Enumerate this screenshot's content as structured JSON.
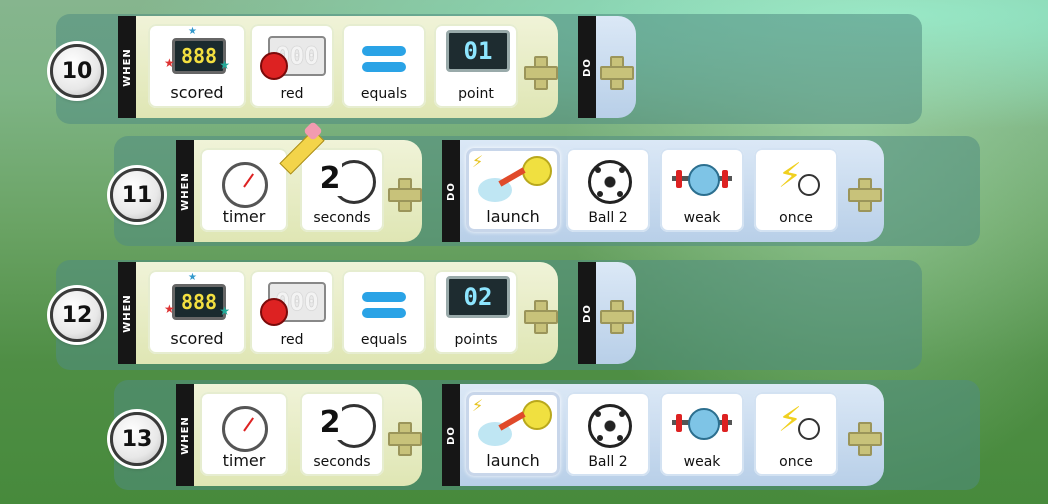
{
  "rows": [
    {
      "number": "10",
      "when_label": "WHEN",
      "when_tiles": [
        {
          "icon": "scoreboard-icon",
          "label": "scored",
          "digits": "888"
        },
        {
          "icon": "red-team-icon",
          "label": "red",
          "digits": "000"
        },
        {
          "icon": "equals-icon",
          "label": "equals"
        },
        {
          "icon": "point-counter-icon",
          "label": "point",
          "digits": "01"
        }
      ],
      "do_label": "DO",
      "do_tiles": []
    },
    {
      "number": "11",
      "when_label": "WHEN",
      "when_tiles": [
        {
          "icon": "timer-icon",
          "label": "timer"
        },
        {
          "icon": "two-seconds-icon",
          "label": "seconds",
          "digits": "2"
        }
      ],
      "do_label": "DO",
      "do_tiles": [
        {
          "icon": "launch-icon",
          "label": "launch"
        },
        {
          "icon": "soccer-ball-icon",
          "label": "Ball 2"
        },
        {
          "icon": "weak-icon",
          "label": "weak"
        },
        {
          "icon": "once-icon",
          "label": "once"
        }
      ]
    },
    {
      "number": "12",
      "when_label": "WHEN",
      "when_tiles": [
        {
          "icon": "scoreboard-icon",
          "label": "scored",
          "digits": "888"
        },
        {
          "icon": "red-team-icon",
          "label": "red",
          "digits": "000"
        },
        {
          "icon": "equals-icon",
          "label": "equals"
        },
        {
          "icon": "point-counter-icon",
          "label": "points",
          "digits": "02"
        }
      ],
      "do_label": "DO",
      "do_tiles": []
    },
    {
      "number": "13",
      "when_label": "WHEN",
      "when_tiles": [
        {
          "icon": "timer-icon",
          "label": "timer"
        },
        {
          "icon": "two-seconds-icon",
          "label": "seconds",
          "digits": "2"
        }
      ],
      "do_label": "DO",
      "do_tiles": [
        {
          "icon": "launch-icon",
          "label": "launch"
        },
        {
          "icon": "soccer-ball-icon",
          "label": "Ball 2"
        },
        {
          "icon": "weak-icon",
          "label": "weak"
        },
        {
          "icon": "once-icon",
          "label": "once"
        }
      ]
    }
  ],
  "colors": {
    "when_bg": "#e4eabf",
    "do_bg": "#c4d7ec",
    "plus": "#c8c27a",
    "tab": "#161616"
  }
}
